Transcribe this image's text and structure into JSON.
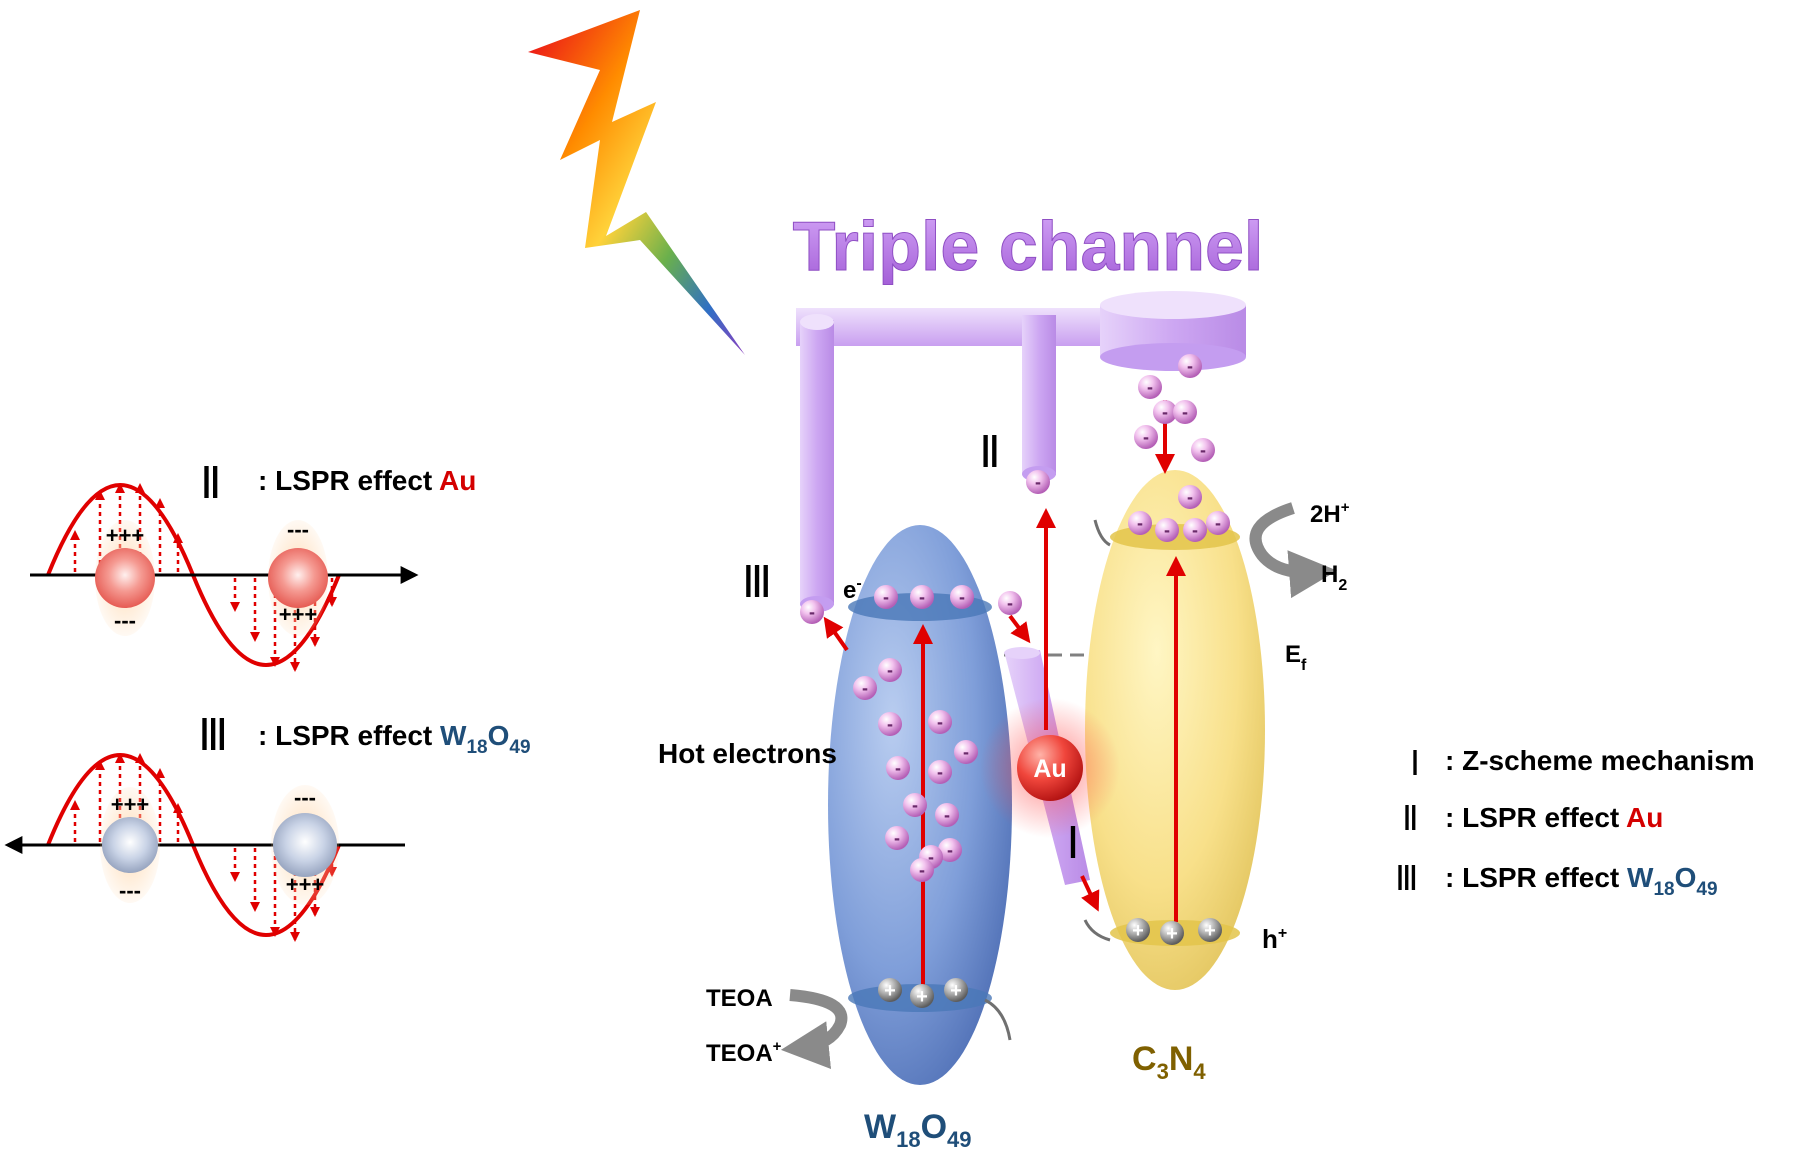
{
  "title": "Triple channel",
  "roman": {
    "I": "Ⅰ",
    "II": "Ⅱ",
    "III": "Ⅲ"
  },
  "left_panel": {
    "au": {
      "prefix": ": LSPR effect ",
      "name": "Au"
    },
    "w": {
      "prefix": ": LSPR effect ",
      "name_base": "W",
      "sub1": "18",
      "mid": "O",
      "sub2": "49"
    }
  },
  "legend": {
    "I": ": Z-scheme mechanism",
    "II_prefix": ": LSPR effect ",
    "II_name": "Au",
    "III_prefix": ": LSPR effect ",
    "III_base": "W",
    "III_sub1": "18",
    "III_mid": "O",
    "III_sub2": "49"
  },
  "labels": {
    "hot_electrons": "Hot electrons",
    "au": "Au",
    "e_minus": "e",
    "e_sup": "-",
    "ef": "E",
    "ef_sub": "f",
    "two_h": "2H",
    "two_h_sup": "+",
    "h2": "H",
    "h2_sub": "2",
    "h_plus": "h",
    "h_plus_sup": "+",
    "teoa": "TEOA",
    "teoa_plus": "TEOA",
    "teoa_plus_sup": "+",
    "w18o49_base": "W",
    "w18o49_sub1": "18",
    "w18o49_mid": "O",
    "w18o49_sub2": "49",
    "c3n4_base": "C",
    "c3n4_sub1": "3",
    "c3n4_mid": "N",
    "c3n4_sub2": "4",
    "charges_plus3": "+++",
    "charges_minus3": "---"
  },
  "colors": {
    "red": "#d40000",
    "blue_text": "#1f4e79",
    "gold_text": "#7f6000",
    "purple_title": "#b877e6",
    "pipe": "#d7b8f3"
  }
}
